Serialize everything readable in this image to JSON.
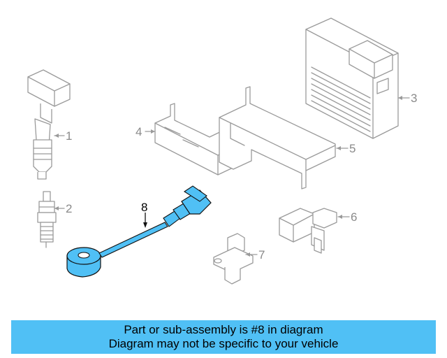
{
  "callouts": {
    "c1": "1",
    "c2": "2",
    "c3": "3",
    "c4": "4",
    "c5": "5",
    "c6": "6",
    "c7": "7",
    "c8": "8"
  },
  "highlight_color": "#50c0f5",
  "part_color": "#9a9a9a",
  "banner": {
    "line1": "Part or sub-assembly is #8 in diagram",
    "line2": "Diagram may not be specific to your vehicle"
  }
}
